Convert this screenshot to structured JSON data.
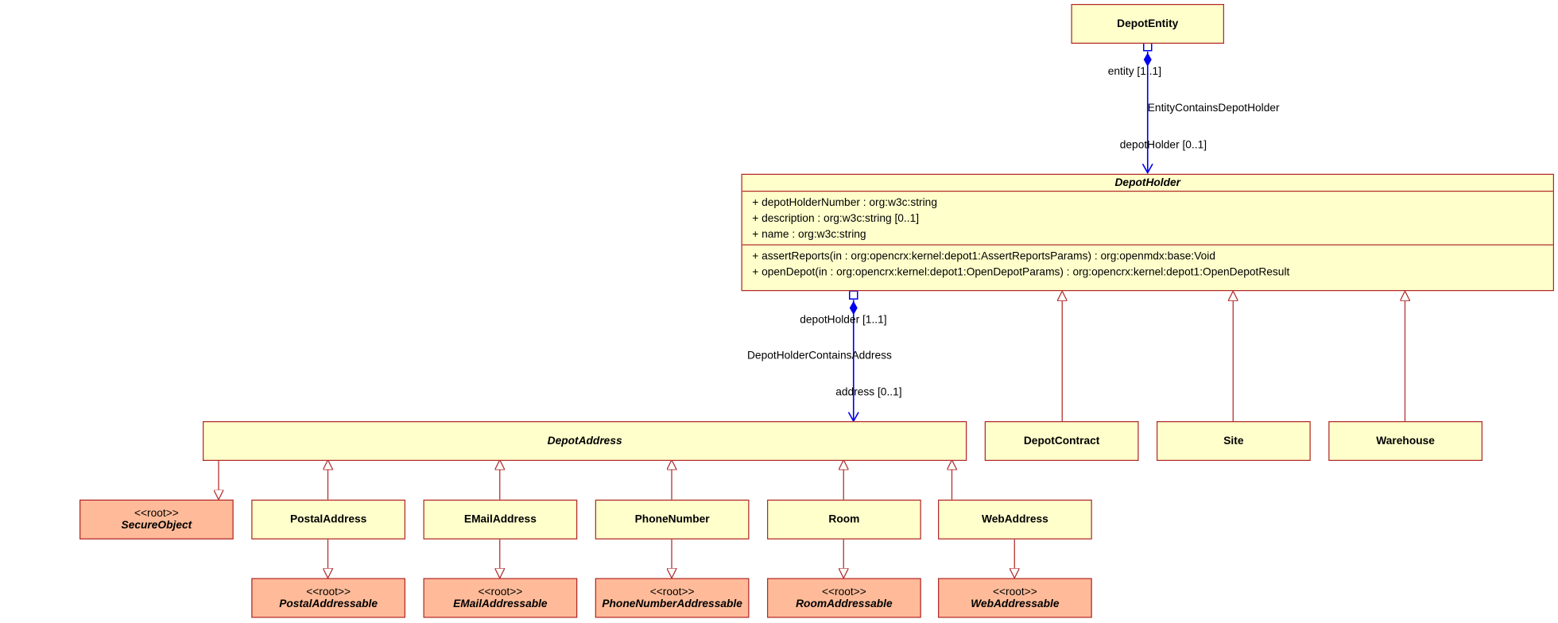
{
  "classes": {
    "depot_entity": {
      "name": "DepotEntity"
    },
    "depot_holder": {
      "name": "DepotHolder",
      "attributes": [
        "+ depotHolderNumber : org:w3c:string",
        "+ description : org:w3c:string [0..1]",
        "+ name : org:w3c:string"
      ],
      "operations": [
        "+ assertReports(in : org:opencrx:kernel:depot1:AssertReportsParams) : org:openmdx:base:Void",
        "+ openDepot(in : org:opencrx:kernel:depot1:OpenDepotParams) : org:opencrx:kernel:depot1:OpenDepotResult"
      ]
    },
    "depot_address": {
      "name": "DepotAddress"
    },
    "depot_contract": {
      "name": "DepotContract"
    },
    "site": {
      "name": "Site"
    },
    "warehouse": {
      "name": "Warehouse"
    },
    "postal_address": {
      "name": "PostalAddress"
    },
    "email_address": {
      "name": "EMailAddress"
    },
    "phone_number": {
      "name": "PhoneNumber"
    },
    "room": {
      "name": "Room"
    },
    "web_address": {
      "name": "WebAddress"
    },
    "secure_object": {
      "stereotype": "<<root>>",
      "name": "SecureObject"
    },
    "postal_addressable": {
      "stereotype": "<<root>>",
      "name": "PostalAddressable"
    },
    "email_addressable": {
      "stereotype": "<<root>>",
      "name": "EMailAddressable"
    },
    "phone_number_addressable": {
      "stereotype": "<<root>>",
      "name": "PhoneNumberAddressable"
    },
    "room_addressable": {
      "stereotype": "<<root>>",
      "name": "RoomAddressable"
    },
    "web_addressable": {
      "stereotype": "<<root>>",
      "name": "WebAddressable"
    }
  },
  "associations": {
    "entity_contains_depot_holder": {
      "name": "EntityContainsDepotHolder",
      "source_role": "entity [1..1]",
      "target_role": "depotHolder [0..1]"
    },
    "depot_holder_contains_address": {
      "name": "DepotHolderContainsAddress",
      "source_role": "depotHolder [1..1]",
      "target_role": "address [0..1]"
    }
  },
  "colors": {
    "association_line": "#0000ee",
    "generalization_line": "#b22a2a",
    "class_fill": "#ffffcc",
    "root_fill": "#ffbb99"
  }
}
